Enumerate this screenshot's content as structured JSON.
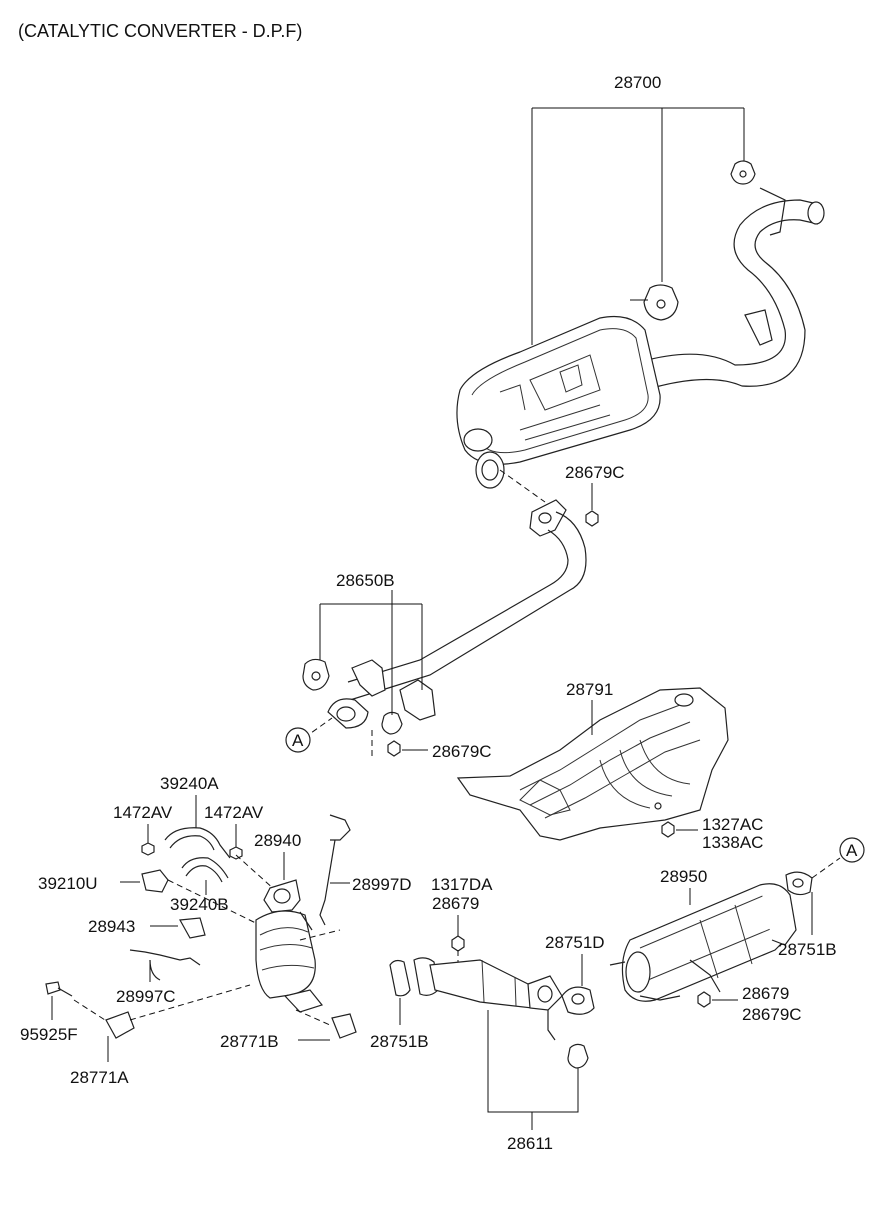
{
  "title": "(CATALYTIC CONVERTER - D.P.F)",
  "labels": {
    "p28700": "28700",
    "p28679C_top": "28679C",
    "p28650B": "28650B",
    "ref_A_left": "A",
    "p28679C_mid": "28679C",
    "p28791": "28791",
    "p1327AC": "1327AC",
    "p1338AC": "1338AC",
    "p39240A": "39240A",
    "p1472AV_l": "1472AV",
    "p1472AV_r": "1472AV",
    "p28940": "28940",
    "p39210U": "39210U",
    "p28997D": "28997D",
    "p1317DA": "1317DA",
    "p28679_c": "28679",
    "p39240B": "39240B",
    "p28950": "28950",
    "ref_A_right": "A",
    "p28943": "28943",
    "p28751D": "28751D",
    "p28751B_r": "28751B",
    "p28997C": "28997C",
    "p28679_r": "28679",
    "p28679C_r": "28679C",
    "p95925F": "95925F",
    "p28771B": "28771B",
    "p28751B_c": "28751B",
    "p28771A": "28771A",
    "p28611": "28611"
  },
  "icons": {
    "muffler": "muffler-icon",
    "catalytic_converter": "catalytic-converter-icon",
    "dpf": "dpf-icon",
    "heat_shield": "heat-shield-icon"
  }
}
